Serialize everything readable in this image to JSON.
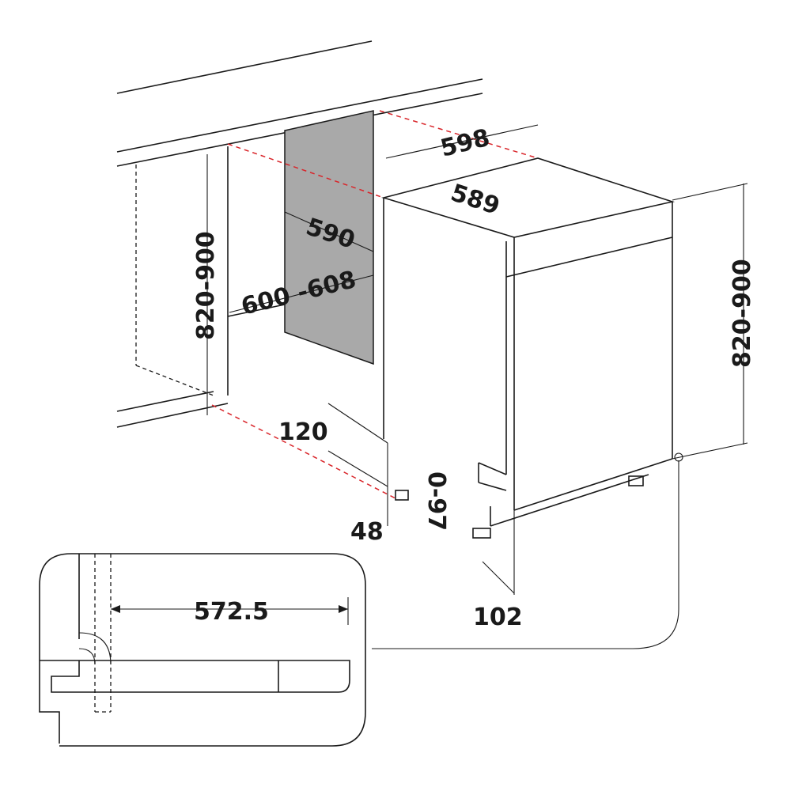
{
  "diagram": {
    "labels": {
      "width_outer": "598",
      "width_inner": "589",
      "depth_niche": "590",
      "niche_width": "600 -608",
      "niche_height": "820-900",
      "appliance_height": "820-900",
      "plinth_height": "120",
      "plinth_depth": "48",
      "foot_adjust": "0-97",
      "door_offset": "102",
      "detail_width": "572.5"
    },
    "colors": {
      "line": "#1a1a1a",
      "guide": "#d9252a",
      "panel": "#a9a9a9"
    }
  }
}
